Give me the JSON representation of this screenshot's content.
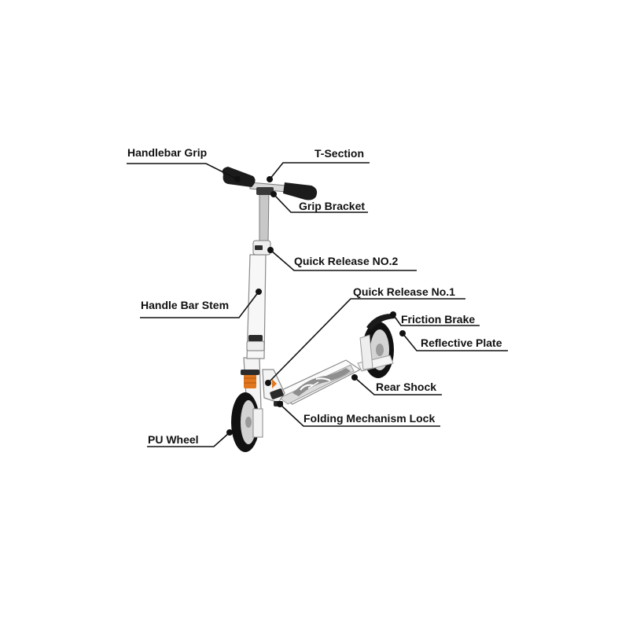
{
  "colors": {
    "background": "#ffffff",
    "frame": "#f4f4f4",
    "frame_outline": "#9a9a9a",
    "grip": "#1b1b1b",
    "tire": "#111111",
    "hub": "#cfcfcf",
    "accent": "#e0761e",
    "leader": "#111111",
    "deck_pattern": "#8e8e8e"
  },
  "labels": {
    "handlebar_grip": "Handlebar Grip",
    "t_section": "T-Section",
    "grip_bracket": "Grip Bracket",
    "quick_release_2": "Quick Release NO.2",
    "handle_bar_stem": "Handle Bar Stem",
    "quick_release_1": "Quick Release No.1",
    "friction_brake": "Friction Brake",
    "reflective_plate": "Reflective Plate",
    "rear_shock": "Rear Shock",
    "folding_mechanism_lock": "Folding Mechanism Lock",
    "pu_wheel": "PU Wheel"
  }
}
